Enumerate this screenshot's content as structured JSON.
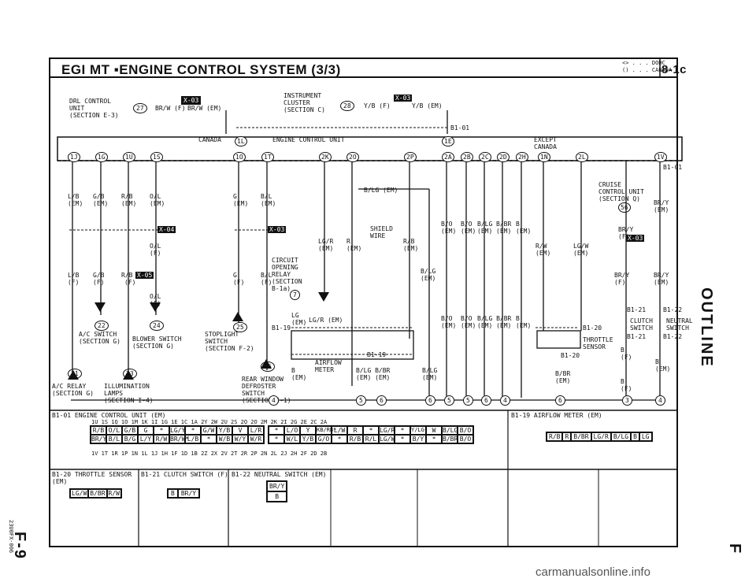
{
  "header": {
    "title": "EGI MT  ▪ENGINE CONTROL SYSTEM (3/3)",
    "legend_line1": "<> . . . DOHC",
    "legend_line2": "() . . . CANADA",
    "section_tag": "8-1c"
  },
  "side": {
    "outline": "OUTLINE",
    "doc_code": "23U0FX-006",
    "page_num": "F-9",
    "corner_letter": "F"
  },
  "watermark": "carmanualsonline.info",
  "top": {
    "drl_label": "DRL CONTROL\nUNIT\n(SECTION E-3)",
    "drl_pin": "27",
    "drl_wire": "BR/W (F)",
    "drl_wire2": "BR/W (EM)",
    "drl_conn": "X-03",
    "inst_label": "INSTRUMENT\nCLUSTER\n(SECTION C)",
    "inst_pin": "28",
    "inst_wire": "Y/B (F)",
    "inst_wire2": "Y/B (EM)",
    "inst_conn": "X-03",
    "b101": "B1-01",
    "canada": "CANADA",
    "ecu": "ENGINE CONTROL UNIT",
    "except": "EXCEPT\nCANADA"
  },
  "pins": [
    "1J",
    "1G",
    "1U",
    "1S",
    "1O",
    "1T",
    "2K",
    "2O",
    "2P",
    "2A",
    "2B",
    "2C",
    "2D",
    "2H",
    "1N",
    "2L",
    "1V",
    "1L",
    "1E"
  ],
  "wires": {
    "lb_em": "L/B\n(EM)",
    "gb_em": "G/B\n(EM)",
    "rb_em": "R/B\n(EM)",
    "ol_em": "O/L\n(EM)",
    "g_em": "G\n(EM)",
    "bl_em": "B/L\n(EM)",
    "blg_em": "B/LG (EM)",
    "lgr_em": "LG/R\n(EM)",
    "r_em": "R\n(EM)",
    "rb2_em": "R/B\n(EM)",
    "shield": "SHIELD\nWIRE",
    "bo_em": "B/O\n(EM)",
    "bo2_em": "B/O\n(EM)",
    "blg2": "B/LG\n(EM)",
    "bbr": "B/BR\n(EM)",
    "b_em": "B\n(EM)",
    "rw_em": "R/W\n(EM)",
    "lgw_em": "LG/W\n(EM)",
    "bry_em": "BR/Y\n(EM)",
    "bry_f": "BR/Y\n(F)",
    "lb_f": "L/B\n(F)",
    "gb_f": "G/B\n(F)",
    "rb_f": "R/B",
    "rb_f2": "(F)",
    "ol_f": "O/L\n(F)",
    "ol_f2": "O/L\n(F)",
    "g_f": "G\n(F)",
    "bl_f": "B/L\n(F)",
    "bry_f2": "BR/Y\n(F)",
    "bry_em2": "BR/Y\n(EM)",
    "lg_em": "LG\n(EM)",
    "lgr2": "LG/R (EM)",
    "blg_em2": "B/LG\n(EM)",
    "bo3": "B/O\n(EM)",
    "bo4": "B/O\n(EM)",
    "blg3": "B/LG B/BR\n(EM) (EM)",
    "b2_em": "B\n(EM)",
    "b3": "B\n(EM)",
    "blg4": "B/LG B/BR\n(EM) (EM)",
    "blg5": "B/LG\n(EM)",
    "bbr2": "B/BR\n(EM)",
    "b4": "B\n(F)",
    "b5": "B\n(EM)",
    "b6": "B\n(F)"
  },
  "conns": {
    "x04": "X-04",
    "x03a": "X-03",
    "x05": "X-05",
    "x03b": "X-03"
  },
  "components": {
    "cruise": "CRUISE\nCONTROL UNIT\n(SECTION Q)",
    "cruise_pin": "56",
    "circuit": "CIRCUIT\nOPENING\nRELAY\n(SECTION\nB-1a)",
    "circuit_pin": "7",
    "ac_switch": "A/C SWITCH\n(SECTION G)",
    "ac_pin": "22",
    "blower": "BLOWER SWITCH\n(SECTION G)",
    "blower_pin": "24",
    "stoplight": "STOPLIGHT\nSWITCH\n(SECTION F-2)",
    "stoplight_pin": "25",
    "rear_window": "REAR WINDOW\nDEFROSTER\nSWITCH\n(SECTION I-1)",
    "rear_pin": "26",
    "ac_relay": "A/C RELAY\n(SECTION G)",
    "ac_relay_pin": "21",
    "illumination": "ILLUMINATION\nLAMPS\n(SECTION I-4)",
    "illum_pin": "23",
    "b119": "B1-19",
    "b119b": "B1-19",
    "airflow": "AIRFLOW\nMETER",
    "b120": "B1-20",
    "b120b": "B1-20",
    "throttle": "THROTTLE\nSENSOR",
    "b121": "B1-21",
    "b121b": "B1-21",
    "clutch": "CLUTCH\nSWITCH",
    "b122": "B1-22",
    "b122b": "B1-22",
    "neutral": "NEUTRAL\nSWITCH",
    "b101b": "B1-01"
  },
  "grounds": [
    "4",
    "5",
    "6",
    "6",
    "5",
    "5",
    "6",
    "4",
    "6",
    "3",
    "4"
  ],
  "bottom": {
    "ecu_title": "B1-01 ENGINE CONTROL UNIT (EM)",
    "ecu_top_pins": "1U 1S 1Q 1O 1M 1K 1I 1G 1E 1C 1A  2Y 2W 2U 2S 2Q 2O 2M 2K 2I 2G 2E 2C 2A",
    "ecu_row1": [
      "R/B",
      "O/L",
      "G/B",
      "G",
      "*",
      "LG/Y",
      "*",
      "G/W",
      "Y/B",
      "V",
      "L/R"
    ],
    "ecu_row2": [
      "BR/Y",
      "B/L",
      "B/G",
      "L/Y",
      "R/W",
      "BR/W*",
      "L/B",
      "*",
      "W/B",
      "W/Y",
      "W/R"
    ],
    "ecu2_row1": [
      "*",
      "L/O",
      "Y",
      "KB/RB*",
      "L/W",
      "R",
      "*",
      "LG/R",
      "*",
      "Y/LG*",
      "W",
      "B/LG",
      "B/O"
    ],
    "ecu2_row2": [
      "*",
      "W/L",
      "Y/B",
      "G/O",
      "*",
      "R/B",
      "R/L",
      "LG/W",
      "*",
      "B/Y",
      "*",
      "B/BR",
      "B/O"
    ],
    "ecu_bot_pins": "1V 1T 1R 1P 1N 1L 1J 1H 1F 1D 1B  2Z 2X 2V 2T 2R 2P 2N 2L 2J 2H 2F 2D 2B",
    "airflow_title": "B1-19 AIRFLOW METER (EM)",
    "airflow_pins": [
      "R/B",
      "R",
      "B/BR",
      "LG/R",
      "B/LG",
      "B",
      "LG"
    ],
    "throttle_title": "B1-20 THROTTLE SENSOR\n(EM)",
    "throttle_pins": [
      "LG/W",
      "B/BR",
      "R/W"
    ],
    "clutch_title": "B1-21 CLUTCH SWITCH (F)",
    "clutch_pins": [
      "B",
      "BR/Y"
    ],
    "neutral_title": "B1-22 NEUTRAL SWITCH (EM)",
    "neutral_pins": [
      "BR/Y",
      "B"
    ]
  }
}
